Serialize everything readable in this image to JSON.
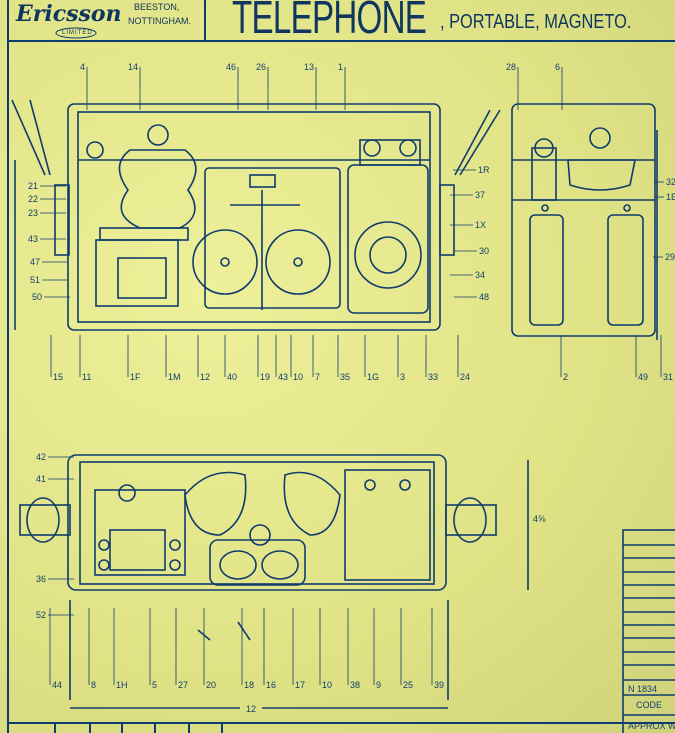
{
  "header": {
    "brand": "Ericsson",
    "brand_sub": "LIMITED",
    "address_line1": "BEESTON,",
    "address_line2": "NOTTINGHAM.",
    "title": "TELEPHONE",
    "subtitle": ", PORTABLE, MAGNETO."
  },
  "callouts": {
    "top": [
      "4",
      "14",
      "46",
      "26",
      "13",
      "1",
      "28",
      "6"
    ],
    "left_upper": [
      "21",
      "22",
      "23",
      "43",
      "47",
      "51",
      "50"
    ],
    "right_upper": [
      "1R",
      "37",
      "1X",
      "30",
      "34",
      "48",
      "32",
      "1E",
      "29"
    ],
    "middle_row": [
      "15",
      "11",
      "1F",
      "1M",
      "12",
      "40",
      "19",
      "43",
      "10",
      "7",
      "35",
      "1G",
      "3",
      "33",
      "24",
      "2",
      "49",
      "31"
    ],
    "left_lower": [
      "42",
      "41",
      "36",
      "52"
    ],
    "bottom_row": [
      "44",
      "8",
      "1H",
      "5",
      "27",
      "20",
      "18",
      "16",
      "17",
      "10",
      "38",
      "9",
      "25",
      "39"
    ],
    "overall_length": "12",
    "height_dim": "4⅝"
  },
  "title_block": {
    "number": "N 1834",
    "code": "CODE",
    "approx": "APPROX W"
  },
  "colors": {
    "ink": "#0f3c6e",
    "paper": "#e4e68c"
  }
}
